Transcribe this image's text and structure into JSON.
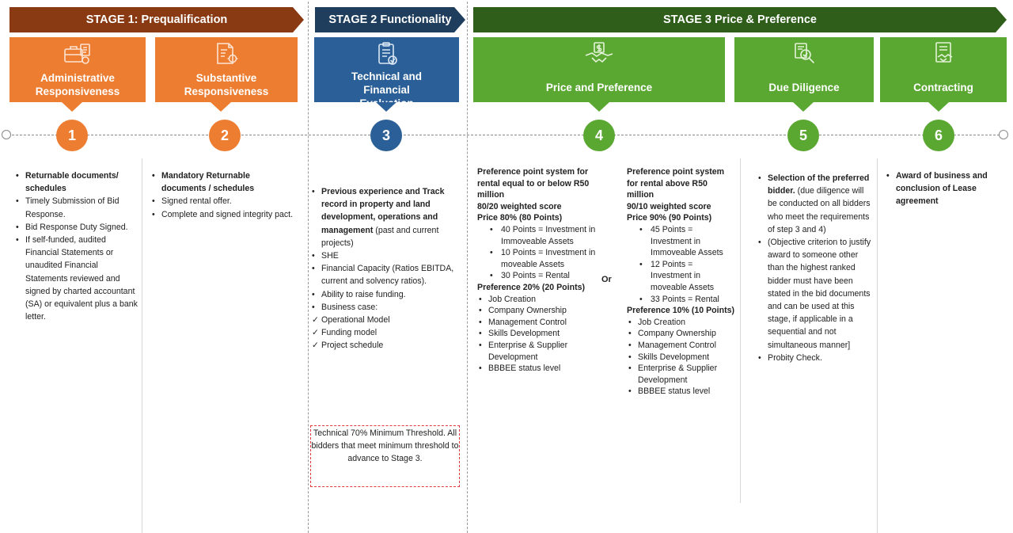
{
  "stages": {
    "s1": "STAGE 1: Prequalification",
    "s2": "STAGE 2 Functionality",
    "s3": "STAGE 3 Price & Preference"
  },
  "cards": {
    "c1": "Administrative Responsiveness",
    "c2": "Substantive Responsiveness",
    "c3": "Technical  and Financial Evaluation",
    "c4": "Price and Preference",
    "c5": "Due Diligence",
    "c6": "Contracting"
  },
  "steps": [
    "1",
    "2",
    "3",
    "4",
    "5",
    "6"
  ],
  "icons": {
    "c1": "briefcase-documents-icon",
    "c2": "document-gear-icon",
    "c3": "clipboard-check-icon",
    "c4": "handshake-money-icon",
    "c5": "magnifier-review-icon",
    "c6": "contract-handshake-icon"
  },
  "colors": {
    "stage1": "#8a3a12",
    "stage2": "#1f3d5c",
    "stage3": "#2f5e1a",
    "orange": "#ed7d31",
    "blue": "#2a5f97",
    "green": "#5aa832",
    "threshold_border": "#e0393e"
  },
  "col1": {
    "b1": "Returnable documents/ schedules",
    "b2": "Timely Submission of Bid Response.",
    "b3": "Bid Response Duty Signed.",
    "b4": "If self-funded, audited Financial Statements or unaudited Financial Statements reviewed and signed by charted accountant (SA) or equivalent plus a bank letter."
  },
  "col2": {
    "b1": "Mandatory Returnable documents / schedules",
    "b2": "Signed rental offer.",
    "b3": "Complete and signed  integrity pact."
  },
  "col3": {
    "b1_bold": "Previous experience and Track record in property and land development, operations and management",
    "b1_rest": " (past and current projects)",
    "b2": "SHE",
    "b3": "Financial Capacity (Ratios EBITDA, current and solvency ratios).",
    "b4": "Ability to raise funding.",
    "b5": "Business case:",
    "t1": "Operational Model",
    "t2": "Funding model",
    "t3": "Project schedule",
    "threshold": "Technical 70% Minimum Threshold. All bidders that meet minimum threshold to advance to Stage 3."
  },
  "col4a": {
    "h1": "Preference point system for rental equal to or below R50 million",
    "h2": "80/20 weighted score",
    "h3": "Price 80% (80 Points)",
    "p1": "40 Points = Investment in Immoveable Assets",
    "p2": "10 Points = Investment in moveable Assets",
    "p3": "30 Points = Rental",
    "h4": "Preference 20% (20 Points)",
    "q1": "Job Creation",
    "q2": "Company Ownership",
    "q3": "Management Control",
    "q4": "Skills Development",
    "q5": "Enterprise & Supplier Development",
    "q6": "BBBEE status level"
  },
  "or": "Or",
  "col4b": {
    "h1": "Preference point system  for rental above R50 million",
    "h2": "90/10 weighted score",
    "h3": "Price 90% (90 Points)",
    "p1": "45 Points = Investment in Immoveable Assets",
    "p2": "12 Points = Investment in moveable Assets",
    "p3": "33 Points = Rental",
    "h4": "Preference 10% (10 Points)",
    "q1": "Job Creation",
    "q2": "Company Ownership",
    "q3": "Management Control",
    "q4": "Skills Development",
    "q5": "Enterprise & Supplier Development",
    "q6": "BBBEE status level"
  },
  "col5": {
    "b1_bold": "Selection of the preferred bidder.",
    "b1_rest": " (due diligence will be conducted on all bidders who meet the requirements of step 3 and 4)",
    "b2": "(Objective criterion to justify award to someone other than the highest ranked bidder must have been stated in the bid documents and can be used at this stage, if applicable in a sequential and not simultaneous manner]",
    "b3": "Probity Check."
  },
  "col6": {
    "b1": "Award of business and conclusion of Lease agreement"
  }
}
